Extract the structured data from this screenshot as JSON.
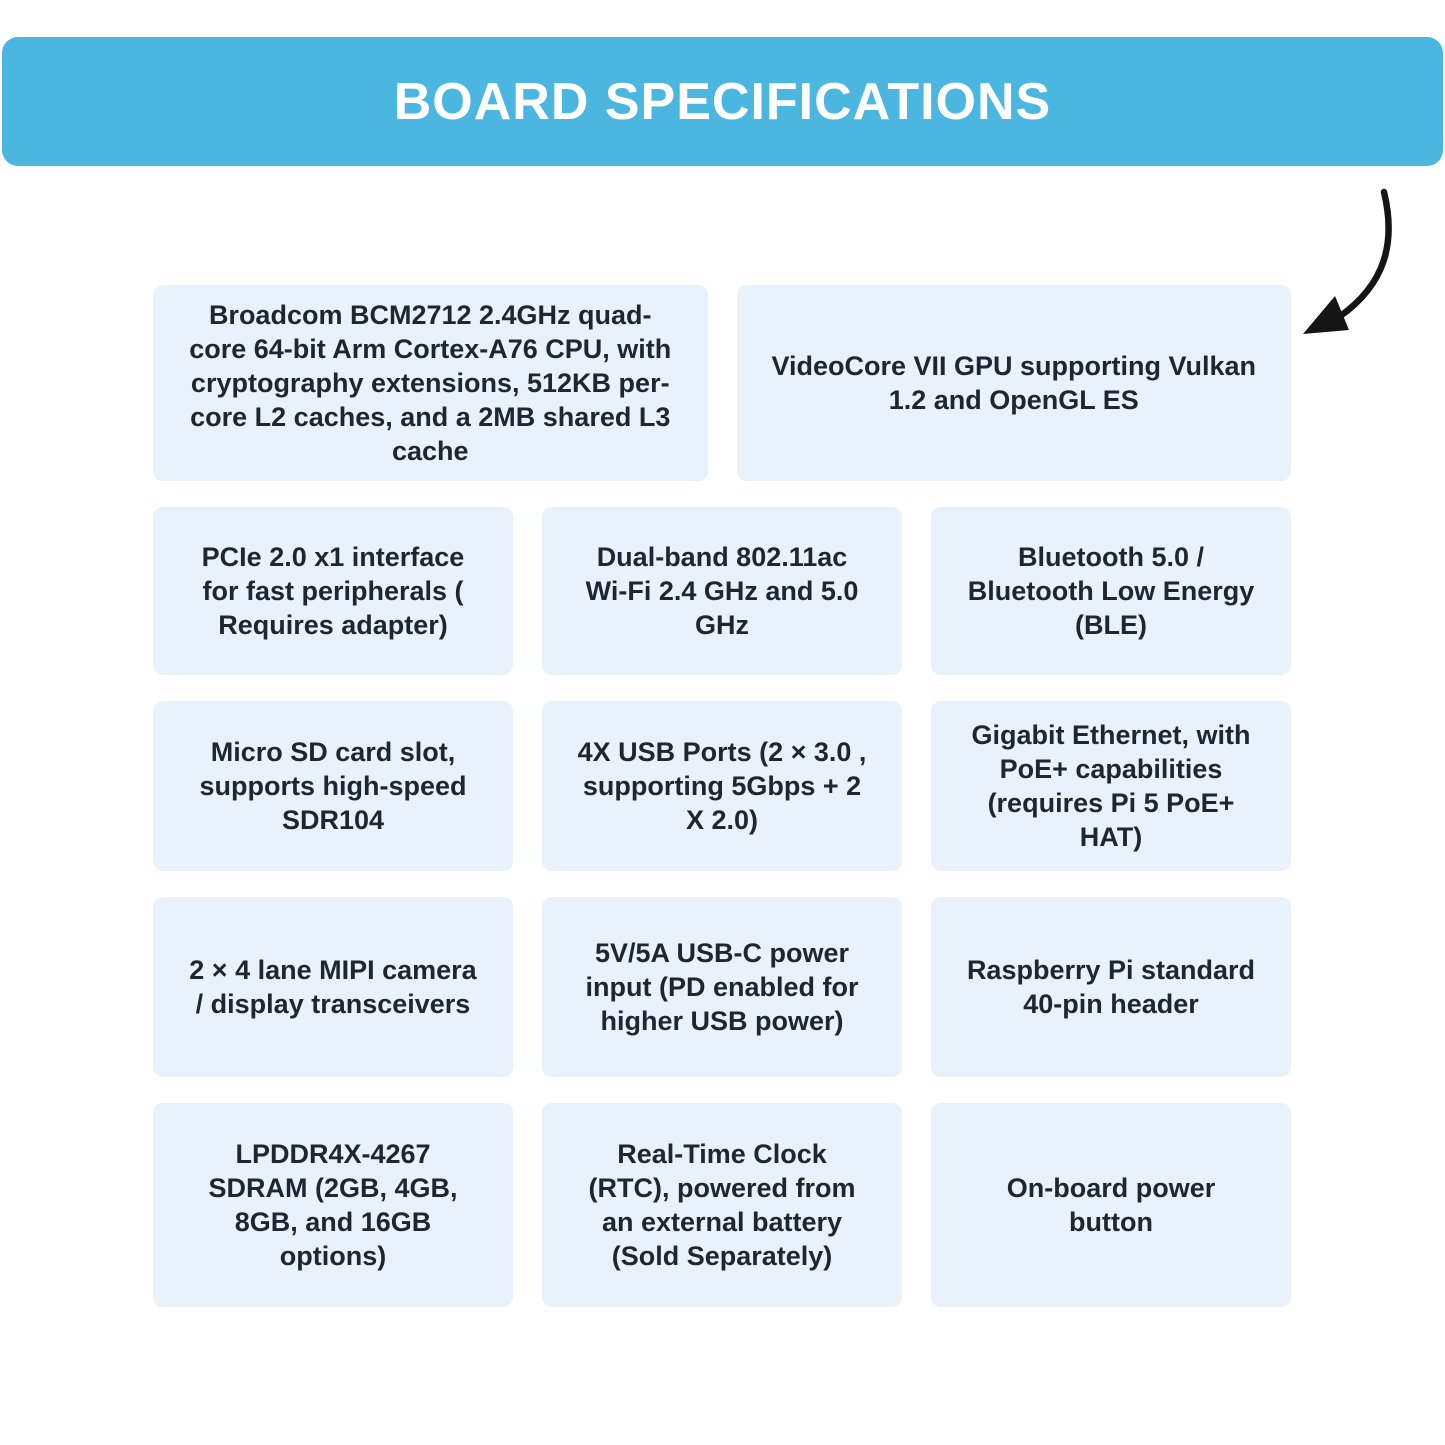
{
  "theme": {
    "accent": "#4bb7e0",
    "title-color": "#ffffff",
    "card-bg": "#e9f1fa",
    "text-color": "#1e2633",
    "arrow-color": "#151515"
  },
  "header": {
    "title": "BOARD SPECIFICATIONS"
  },
  "icons": {
    "curved_arrow": "curved-arrow-pointing-down-left"
  },
  "specs": {
    "row1": [
      "Broadcom BCM2712 2.4GHz quad-core 64-bit Arm Cortex-A76 CPU, with cryptography extensions, 512KB per-core L2 caches, and a 2MB shared L3 cache",
      "VideoCore VII GPU supporting  Vulkan 1.2 and OpenGL ES"
    ],
    "grid": [
      "PCIe 2.0 x1 interface for fast peripherals ( Requires adapter)",
      "Dual-band 802.11ac Wi-Fi 2.4 GHz and 5.0 GHz",
      "Bluetooth 5.0 / Bluetooth Low Energy (BLE)",
      "Micro SD card slot, supports high-speed SDR104",
      "4X USB Ports (2 × 3.0 , supporting 5Gbps + 2 X 2.0)",
      "Gigabit Ethernet, with PoE+ capabilities (requires Pi 5 PoE+ HAT)",
      "2 × 4 lane MIPI camera / display transceivers",
      "5V/5A USB-C power input (PD enabled for higher USB power)",
      "Raspberry Pi standard 40-pin header",
      "LPDDR4X-4267 SDRAM (2GB, 4GB, 8GB, and 16GB options)",
      "Real-Time Clock (RTC), powered from an external battery (Sold Separately)",
      "On-board power button"
    ]
  }
}
